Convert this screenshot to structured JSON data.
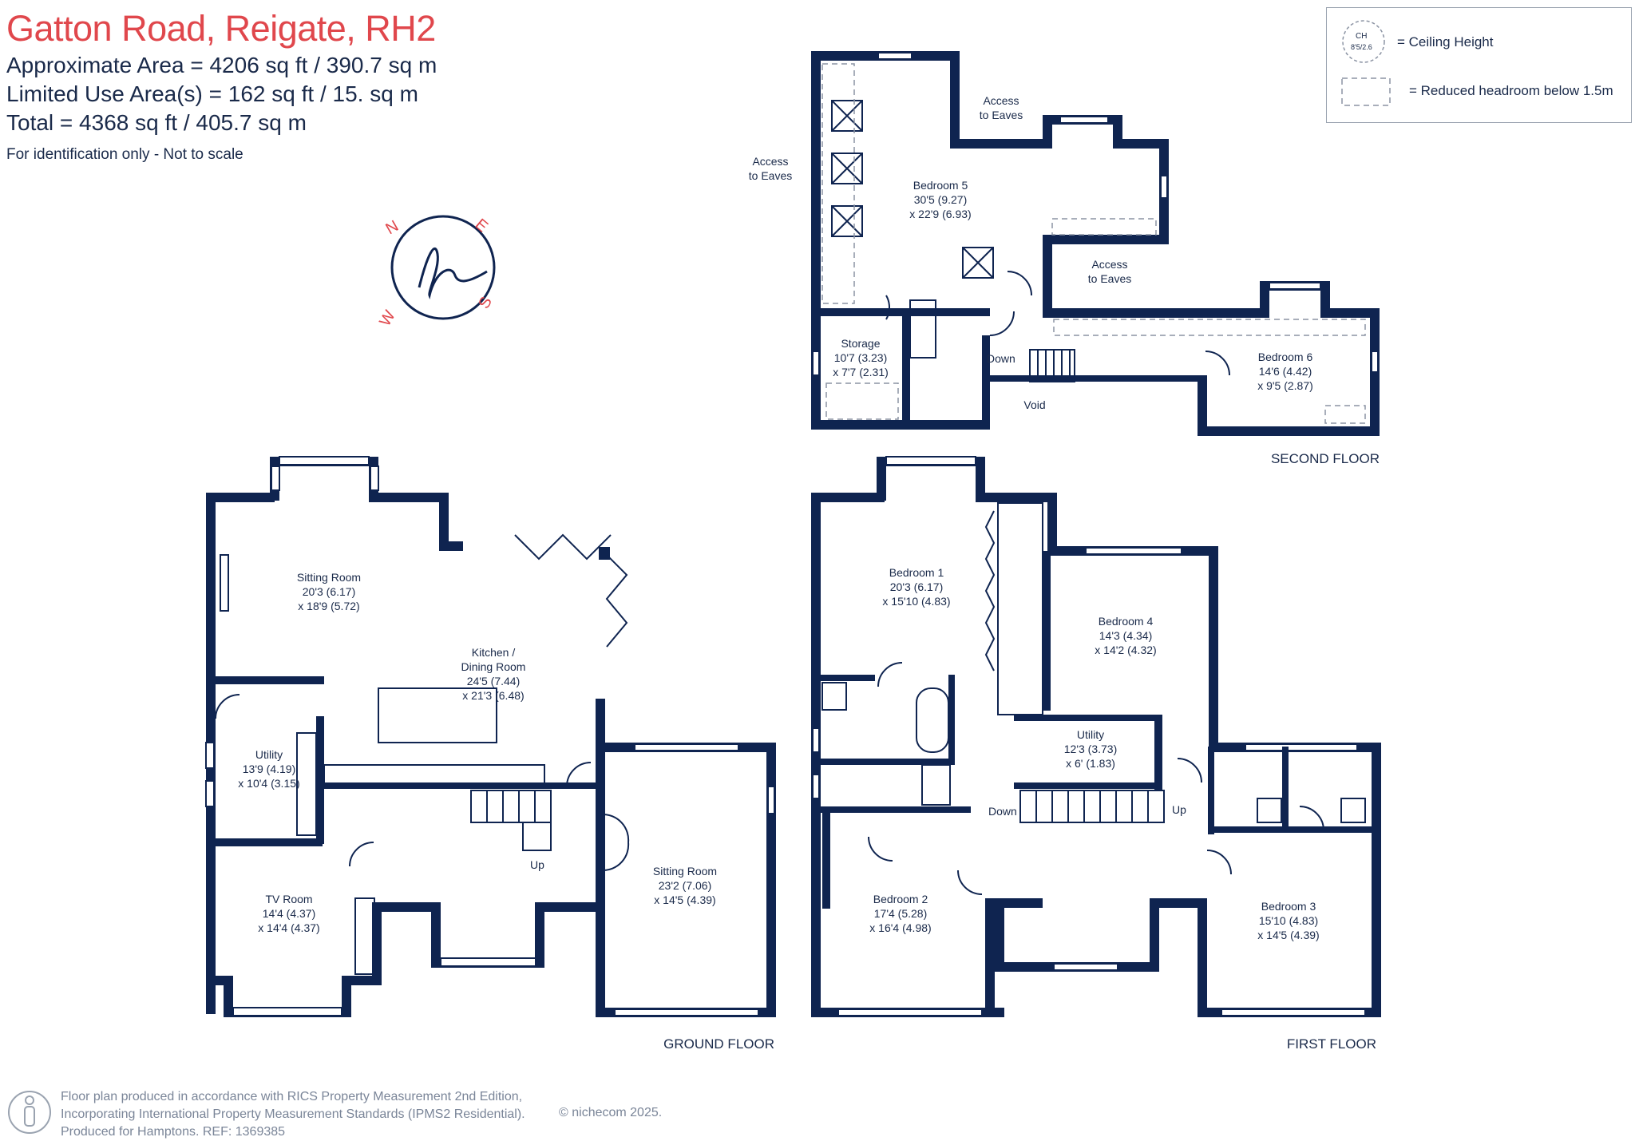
{
  "header": {
    "title": "Gatton Road, Reigate, RH2",
    "area_approx": "Approximate Area = 4206  sq ft / 390.7 sq m",
    "area_limited": "Limited Use Area(s) = 162  sq ft / 15. sq m",
    "area_total": "Total = 4368 sq ft / 405.7 sq m",
    "identification": "For identification only - Not to scale"
  },
  "legend": {
    "ch_symbol": "CH",
    "ch_value": "8'5/2.6",
    "ceiling_height": "= Ceiling Height",
    "reduced_headroom": "= Reduced headroom below 1.5m"
  },
  "compass": {
    "n": "N",
    "e": "E",
    "s": "S",
    "w": "W"
  },
  "floors": {
    "ground": "GROUND FLOOR",
    "first": "FIRST FLOOR",
    "second": "SECOND FLOOR"
  },
  "rooms": {
    "sitting_room_1": {
      "name": "Sitting Room",
      "dim1": "20'3 (6.17)",
      "dim2": "x 18'9 (5.72)"
    },
    "kitchen": {
      "name": "Kitchen /",
      "name2": "Dining Room",
      "dim1": "24'5 (7.44)",
      "dim2": "x 21'3 (6.48)"
    },
    "utility_ground": {
      "name": "Utility",
      "dim1": "13'9 (4.19)",
      "dim2": "x 10'4 (3.15)"
    },
    "tv_room": {
      "name": "TV Room",
      "dim1": "14'4 (4.37)",
      "dim2": "x 14'4 (4.37)"
    },
    "sitting_room_2": {
      "name": "Sitting Room",
      "dim1": "23'2 (7.06)",
      "dim2": "x 14'5 (4.39)"
    },
    "bedroom_1": {
      "name": "Bedroom 1",
      "dim1": "20'3 (6.17)",
      "dim2": "x 15'10 (4.83)"
    },
    "bedroom_4": {
      "name": "Bedroom 4",
      "dim1": "14'3 (4.34)",
      "dim2": "x 14'2 (4.32)"
    },
    "utility_first": {
      "name": "Utility",
      "dim1": "12'3 (3.73)",
      "dim2": "x 6' (1.83)"
    },
    "bedroom_2": {
      "name": "Bedroom 2",
      "dim1": "17'4 (5.28)",
      "dim2": "x 16'4 (4.98)"
    },
    "bedroom_3": {
      "name": "Bedroom 3",
      "dim1": "15'10 (4.83)",
      "dim2": "x 14'5 (4.39)"
    },
    "bedroom_5": {
      "name": "Bedroom 5",
      "dim1": "30'5 (9.27)",
      "dim2": "x 22'9 (6.93)"
    },
    "storage": {
      "name": "Storage",
      "dim1": "10'7 (3.23)",
      "dim2": "x 7'7 (2.31)"
    },
    "bedroom_6": {
      "name": "Bedroom 6",
      "dim1": "14'6 (4.42)",
      "dim2": "x 9'5 (2.87)"
    }
  },
  "labels": {
    "up": "Up",
    "down": "Down",
    "void": "Void",
    "access_eaves_1a": "Access",
    "access_eaves_1b": "to Eaves",
    "access_eaves_2a": "Access",
    "access_eaves_2b": "to Eaves",
    "access_eaves_3a": "Access",
    "access_eaves_3b": "to Eaves"
  },
  "footer": {
    "line1": "Floor plan produced in accordance with RICS Property Measurement 2nd Edition,",
    "line2": "Incorporating International Property Measurement Standards (IPMS2 Residential).",
    "line3": "Produced for Hamptons.   REF:  1369385",
    "copyright": "© nichecom 2025."
  },
  "colors": {
    "title": "#e0474c",
    "walls": "#0f2450",
    "text": "#1a2a4a"
  }
}
